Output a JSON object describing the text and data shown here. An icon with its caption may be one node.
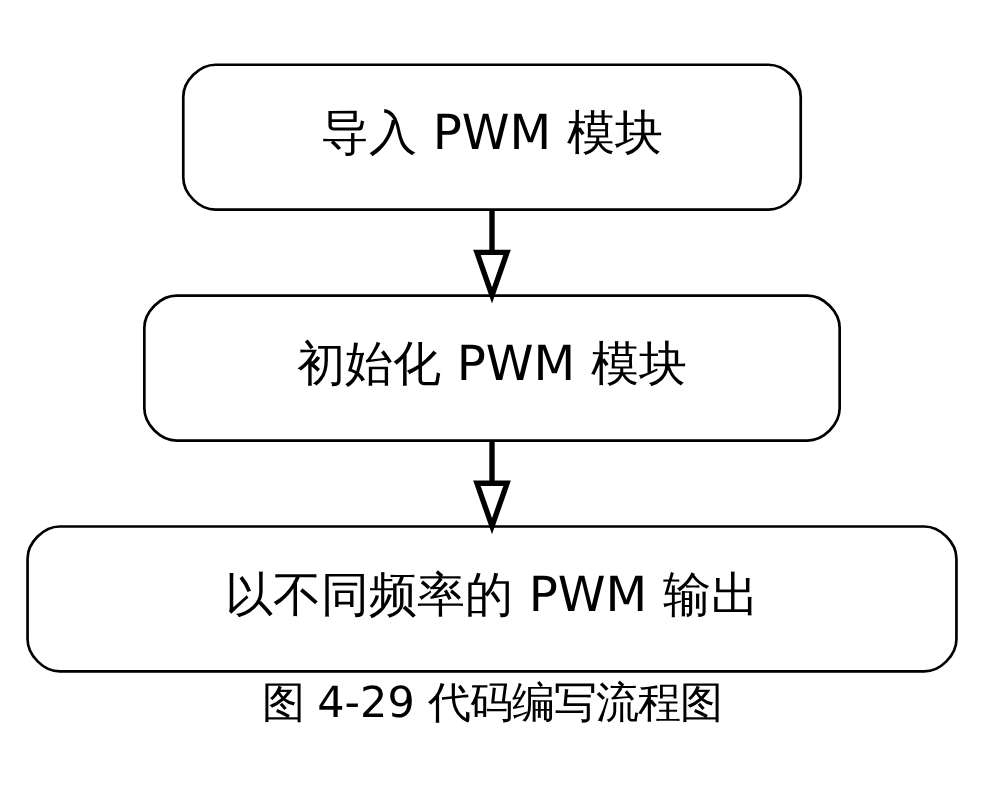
{
  "diagram": {
    "caption": "图 4-29 代码编写流程图",
    "nodes": [
      {
        "text": [
          "导入 PWM 模块"
        ]
      },
      {
        "text": [
          "初始化 PWM 模块"
        ]
      },
      {
        "text": [
          "以不同频率的 PWM 输出"
        ]
      }
    ],
    "edges": [
      {
        "from": 0,
        "to": 1,
        "arrow": "to"
      },
      {
        "from": 1,
        "to": 2,
        "arrow": "to"
      }
    ]
  }
}
